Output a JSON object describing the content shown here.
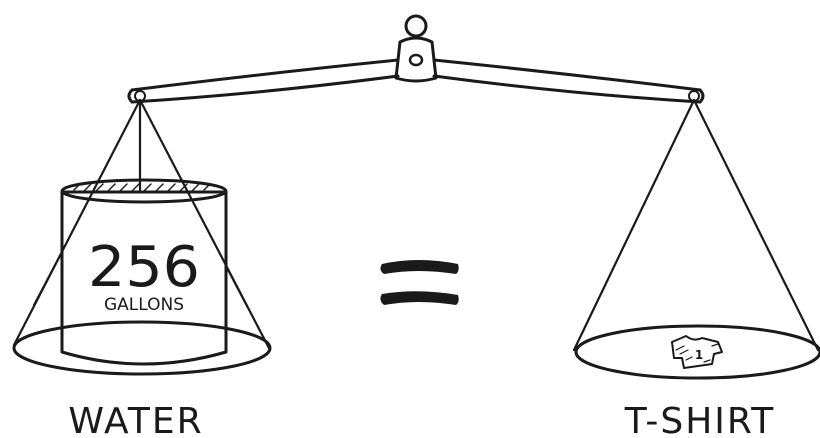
{
  "container": {
    "number": "256",
    "unit": "GALLONS"
  },
  "shirt_number": "1",
  "labels": {
    "left": "WATER",
    "right": "T-SHIRT"
  },
  "relation": "equals",
  "colors": {
    "ink": "#1a1a1a",
    "background": "#ffffff"
  }
}
